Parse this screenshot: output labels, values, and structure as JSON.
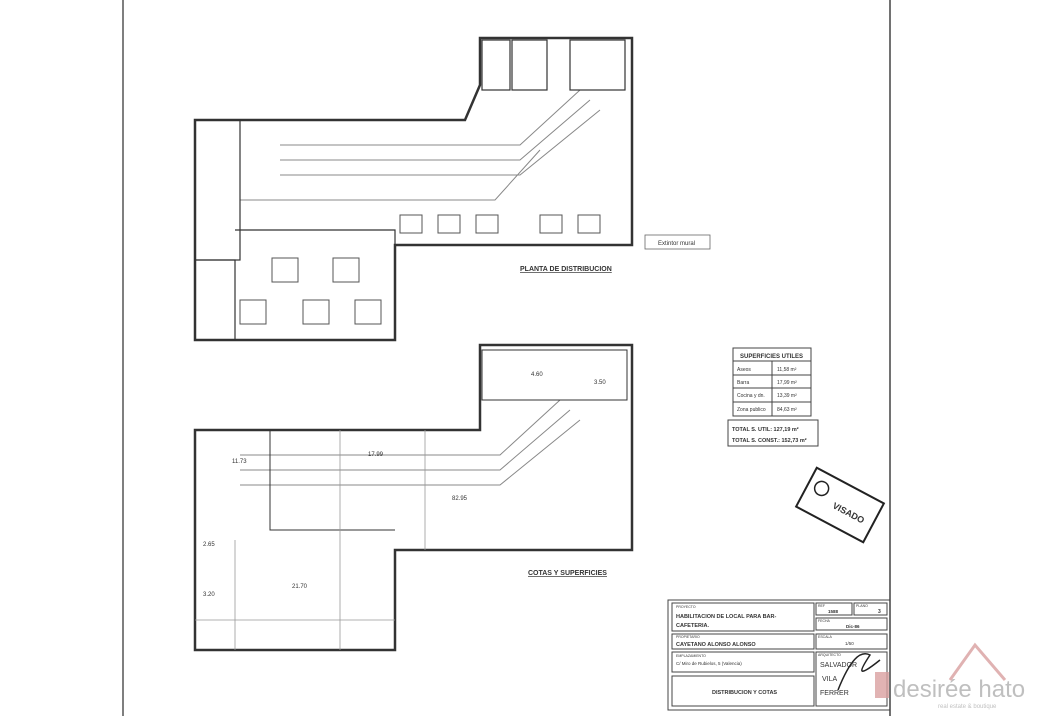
{
  "plans": {
    "top_title": "PLANTA DE DISTRIBUCION",
    "bottom_title": "COTAS Y SUPERFICIES",
    "legend_note": "Extintor mural",
    "area_labels": [
      "11.73",
      "17.99",
      "82.95",
      "4.60",
      "3.50",
      "21.70",
      "2.65",
      "3.20"
    ]
  },
  "surfaces_table": {
    "header": "SUPERFICIES UTILES",
    "rows": [
      {
        "name": "Aseos",
        "value": "11,58 m²"
      },
      {
        "name": "Barra",
        "value": "17,99 m²"
      },
      {
        "name": "Cocina y dn.",
        "value": "13,39 m²"
      },
      {
        "name": "Zona publico",
        "value": "84,63 m²"
      }
    ],
    "total_util": "TOTAL S. UTIL: 127,19 m²",
    "total_const": "TOTAL S. CONST.: 152,73 m²"
  },
  "title_block": {
    "project_label": "PROYECTO",
    "project_line1": "HABILITACION DE LOCAL PARA BAR-",
    "project_line2": "CAFETERIA.",
    "ref_label": "REF",
    "ref": "1588",
    "plano_label": "PLANO",
    "plano": "3",
    "fecha_label": "FECHA",
    "fecha": "Dic-86",
    "escala_label": "ESCALA",
    "escala": "1/50",
    "owner_label": "PROPIETARIO",
    "owner": "CAYETANO ALONSO ALONSO",
    "location_label": "EMPLAZAMIENTO",
    "location": "C/ Miro de Rubielos, 5 (Valencia)",
    "architect_label": "ARQUITECTO",
    "architect": [
      "SALVADOR",
      "VILA",
      "FERRER"
    ],
    "sheet_title": "DISTRIBUCION Y COTAS"
  },
  "stamp": {
    "text": "VISADO"
  },
  "watermark": {
    "brand": "desirée hato",
    "tagline": "real estate & boutique",
    "color": "#d9a0a0"
  }
}
